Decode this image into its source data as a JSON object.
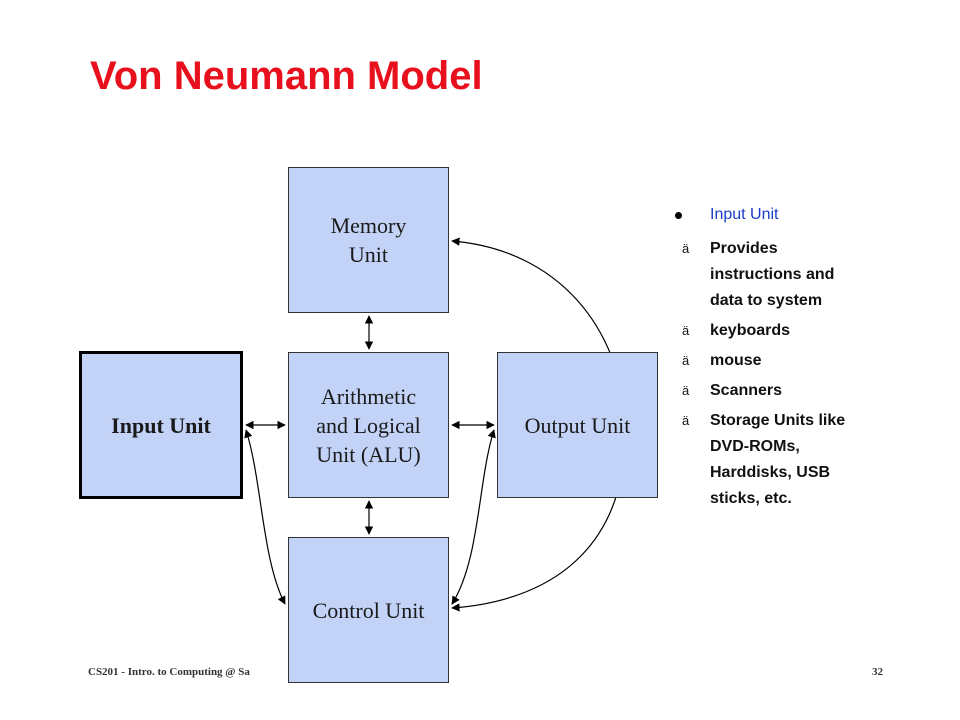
{
  "slide": {
    "title": "Von Neumann Model",
    "footer_left": "CS201 - Intro. to Computing @ Sa",
    "page_number": "32"
  },
  "diagram": {
    "memory_unit": [
      "Memory",
      "Unit"
    ],
    "alu": [
      "Arithmetic",
      "and Logical",
      "Unit (ALU)"
    ],
    "output_unit": "Output Unit",
    "input_unit": "Input Unit",
    "control_unit": "Control Unit"
  },
  "bullets": {
    "heading": "Input Unit",
    "items": [
      "Provides instructions and data to system",
      "keyboards",
      "mouse",
      "Scanners",
      "Storage Units like DVD-ROMs, Harddisks, USB sticks, etc."
    ],
    "marker": "ä"
  },
  "colors": {
    "title": "#e8101c",
    "box_fill": "#c3d3f7",
    "bullet_heading": "#1a3ec8"
  }
}
